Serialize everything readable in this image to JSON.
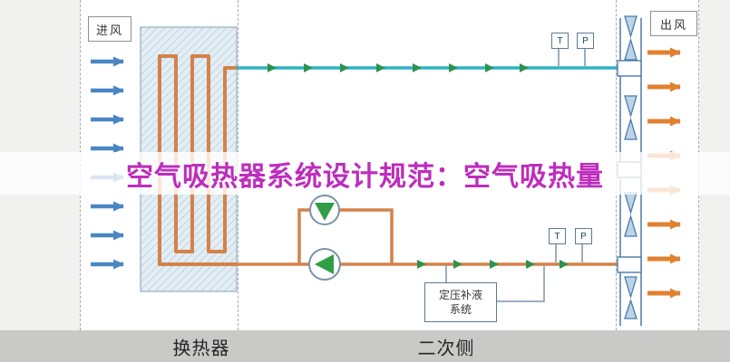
{
  "banner": {
    "text": "空气吸热器系统设计规范：空气吸热量"
  },
  "diagram": {
    "inlet_label": "进风",
    "outlet_label": "出风",
    "sensor_top_t": "T",
    "sensor_top_p": "P",
    "sensor_mid_t": "T",
    "sensor_mid_p": "P",
    "pressure_box_line1": "定压补液",
    "pressure_box_line2": "系统"
  },
  "footer": {
    "heat_exchanger_label": "换热器",
    "secondary_side_label": "二次侧"
  },
  "colors": {
    "inlet_arrows": "#4a86c4",
    "outlet_arrows": "#e0812f",
    "supply_pipe": "#2fb3c4",
    "return_pipe": "#d4824a",
    "flow_arrows": "#2e9150",
    "pump_triangle": "#2f9e44",
    "fan_outline": "#4a7aaa",
    "banner_text": "#bd2dbd",
    "footer_bg": "#c9cac8"
  }
}
